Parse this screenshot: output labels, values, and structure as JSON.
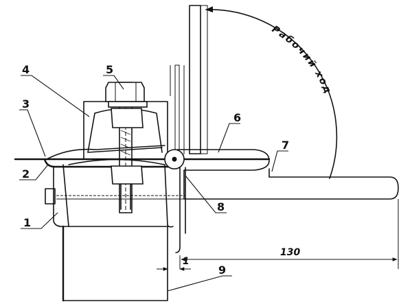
{
  "parts": [
    {
      "id": "1",
      "label": "1"
    },
    {
      "id": "2",
      "label": "2"
    },
    {
      "id": "3",
      "label": "3"
    },
    {
      "id": "4",
      "label": "4"
    },
    {
      "id": "5",
      "label": "5"
    },
    {
      "id": "6",
      "label": "6"
    },
    {
      "id": "7",
      "label": "7"
    },
    {
      "id": "8",
      "label": "8"
    },
    {
      "id": "9",
      "label": "9"
    }
  ],
  "dimensions": {
    "travel_length": "130",
    "gap": "1"
  },
  "annotations": {
    "working_stroke": "Рабочий ход"
  }
}
